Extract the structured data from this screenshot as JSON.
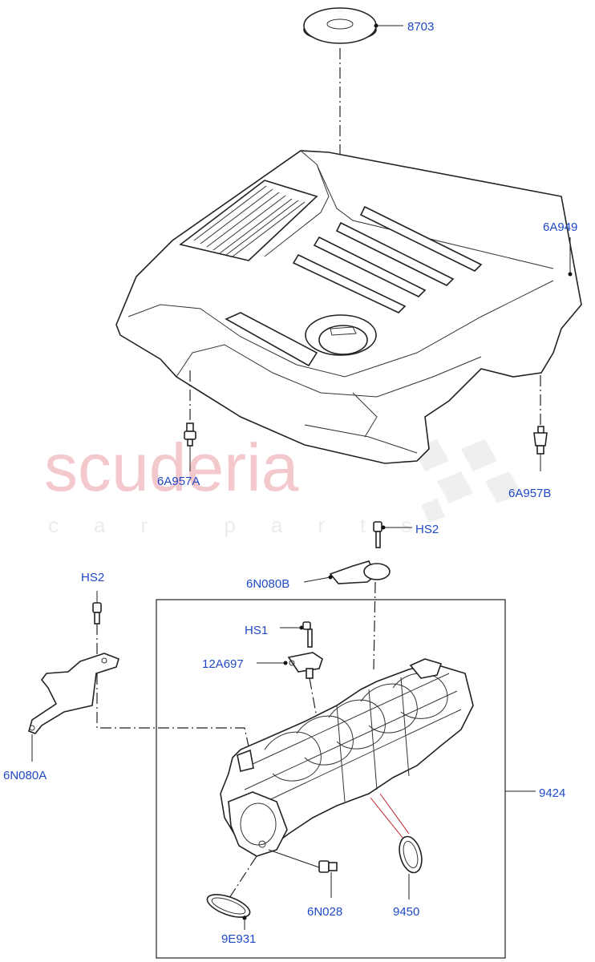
{
  "watermark": {
    "brand": "scuderia",
    "tagline": "car parts"
  },
  "labels": {
    "p8703": "8703",
    "p6A949": "6A949",
    "p6A957A": "6A957A",
    "p6A957B": "6A957B",
    "pHS2_top": "HS2",
    "p6N080B": "6N080B",
    "pHS2_left": "HS2",
    "pHS1": "HS1",
    "p12A697": "12A697",
    "p6N080A": "6N080A",
    "p9424": "9424",
    "p9450": "9450",
    "p6N028": "6N028",
    "p9E931": "9E931"
  }
}
